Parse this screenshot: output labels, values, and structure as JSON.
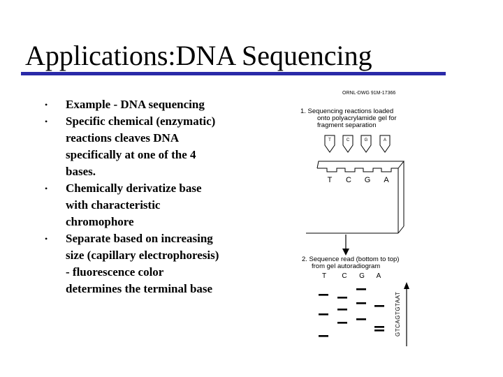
{
  "slide": {
    "title": "Applications:DNA Sequencing",
    "bullets": [
      {
        "lines": [
          "Example - DNA sequencing"
        ]
      },
      {
        "lines": [
          "Specific chemical (enzymatic)",
          "reactions cleaves DNA",
          "specifically at one of the 4",
          "bases."
        ]
      },
      {
        "lines": [
          "Chemically derivatize base",
          "with characteristic",
          "chromophore"
        ]
      },
      {
        "lines": [
          "Separate based on increasing",
          "size (capillary electrophoresis)",
          "- fluorescence color",
          "determines the terminal base"
        ]
      }
    ],
    "bullet_symbol": "•"
  },
  "figure": {
    "code": "ORNL-DWG 91M-17366",
    "step1": [
      "1. Sequencing reactions loaded",
      "onto polyacrylamide gel for",
      "fragment separation"
    ],
    "tubes": [
      "T",
      "C",
      "G",
      "A"
    ],
    "lanes": [
      "T",
      "C",
      "G",
      "A"
    ],
    "step2": [
      "2. Sequence read (bottom to top)",
      "from gel autoradiogram"
    ],
    "gel_lanes": [
      "T",
      "C",
      "G",
      "A"
    ],
    "read_sequence": "GTCAGTGTAAT",
    "line_color": "#000000"
  }
}
